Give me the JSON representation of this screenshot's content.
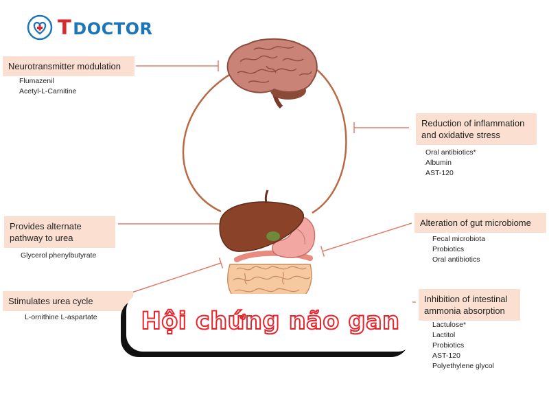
{
  "logo": {
    "letter": "T",
    "text": "DOCTOR",
    "icon": "stethoscope-heart-icon",
    "colors": {
      "letter": "#d9292b",
      "text": "#1a76b8"
    }
  },
  "organs": [
    {
      "name": "brain-illustration"
    },
    {
      "name": "liver-stomach-intestine-illustration"
    }
  ],
  "treatments": [
    {
      "label": "Neurotransmitter modulation",
      "items": [
        "Flumazenil",
        "Acetyl-L-Carnitine"
      ]
    },
    {
      "label": "Reduction of inflammation and oxidative stress",
      "items": [
        "Oral antibiotics*",
        "Albumin",
        "AST-120"
      ]
    },
    {
      "label": "Provides alternate pathway to urea",
      "items": [
        "Glycerol phenylbutyrate"
      ]
    },
    {
      "label": "Alteration of gut microbiome",
      "items": [
        "Fecal microbiota",
        "Probiotics",
        "Oral antibiotics"
      ]
    },
    {
      "label": "Stimulates urea cycle",
      "items": [
        "L-ornithine L-aspartate"
      ]
    },
    {
      "label": "Inhibition of intestinal ammonia absorption",
      "items": [
        "Lactulose*",
        "Lactitol",
        "Probiotics",
        "AST-120",
        "Polyethylene glycol"
      ]
    }
  ],
  "banner": {
    "title": "Hội chứng não gan"
  },
  "colors": {
    "label_bg": "#fbe0d1",
    "connector": "#e07d6c",
    "cycle": "#b86a44",
    "banner_text": "#e8232b"
  }
}
